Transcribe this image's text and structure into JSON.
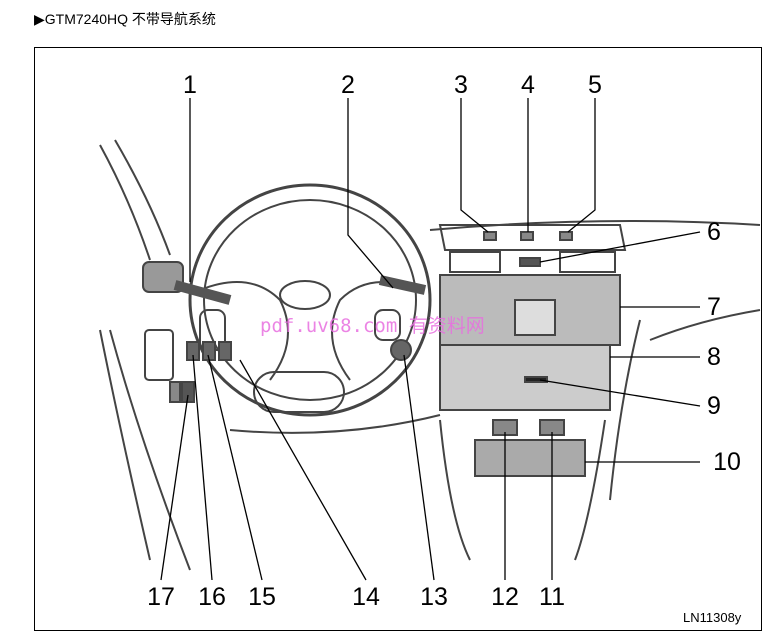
{
  "header": {
    "title": "▶GTM7240HQ 不带导航系统"
  },
  "callouts": [
    "1",
    "2",
    "3",
    "4",
    "5",
    "6",
    "7",
    "8",
    "9",
    "10",
    "11",
    "12",
    "13",
    "14",
    "15",
    "16",
    "17"
  ],
  "figure_code": "LN11308y",
  "watermark": "pdf.uv68.com 有资料网"
}
